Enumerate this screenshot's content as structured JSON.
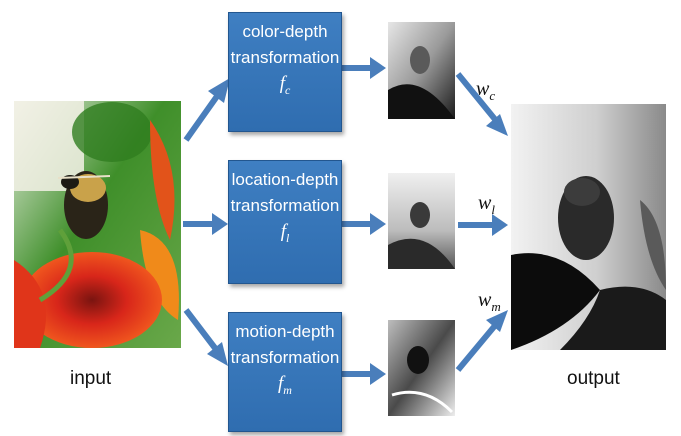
{
  "input_label": "input",
  "output_label": "output",
  "transforms": [
    {
      "line1": "color-depth",
      "line2": "transformation",
      "fn_base": "f",
      "fn_sub": "c"
    },
    {
      "line1": "location-depth",
      "line2": "transformation",
      "fn_base": "f",
      "fn_sub": "l"
    },
    {
      "line1": "motion-depth",
      "line2": "transformation",
      "fn_base": "f",
      "fn_sub": "m"
    }
  ],
  "weights": [
    {
      "base": "w",
      "sub": "c"
    },
    {
      "base": "w",
      "sub": "l"
    },
    {
      "base": "w",
      "sub": "m"
    }
  ],
  "colors": {
    "box": "#2f6db0",
    "arrow": "#4a7ebb"
  }
}
